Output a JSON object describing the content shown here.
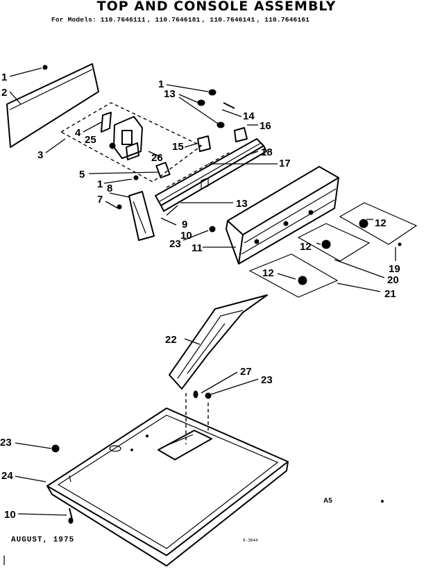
{
  "title": "TOP AND CONSOLE ASSEMBLY",
  "models": "For Models: 110.7646111 , 110.7646181 , 110.7646141 , 110.7646161 ",
  "footer_date": "AUGUST, 1975",
  "footer_code": "A5",
  "footer_ref": "8-3644",
  "callouts": [
    "1",
    "2",
    "3",
    "4",
    "25",
    "13",
    "1",
    "14",
    "16",
    "15",
    "26",
    "18",
    "17",
    "5",
    "1",
    "8",
    "7",
    "9",
    "10",
    "13",
    "23",
    "11",
    "12",
    "12",
    "12",
    "19",
    "20",
    "21",
    "22",
    "27",
    "23",
    "23",
    "24",
    "10"
  ]
}
